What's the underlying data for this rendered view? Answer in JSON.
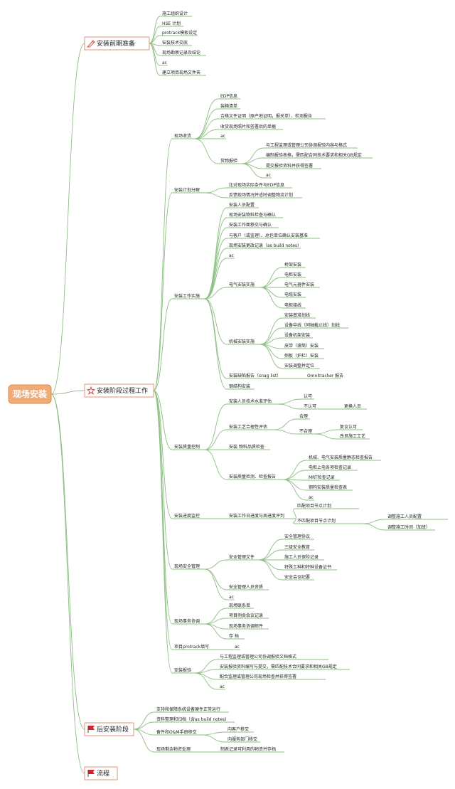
{
  "colors": {
    "branch": "#8dbf83",
    "root_fill": "#f0ab77",
    "root_stroke": "#e08a4c",
    "main_stroke": "#e4856a",
    "flag": "#d8202a",
    "pencil": "#e05a3a",
    "star": "#e03030"
  },
  "root": {
    "label": "现场安装"
  },
  "branches": [
    {
      "label": "安装前期准备",
      "icon": "pencil-icon",
      "children": [
        {
          "label": "施工组织设计"
        },
        {
          "label": "HSE 计划"
        },
        {
          "label": "protrack模板设定"
        },
        {
          "label": "安装技术交底"
        },
        {
          "label": "现场勘察记录及结论"
        },
        {
          "label": "ac"
        },
        {
          "label": "建立项目现场文件夹"
        }
      ]
    },
    {
      "label": "安装阶段过程工作",
      "icon": "star-icon",
      "children": [
        {
          "label": "现场收货",
          "children": [
            {
              "label": "EDP信息"
            },
            {
              "label": "装箱清单"
            },
            {
              "label": "合格文件证明（原产地证明，报关单）、检测报告"
            },
            {
              "label": "收货现场照片和签署后的单据"
            },
            {
              "label": "ac"
            },
            {
              "label": "货物报验",
              "children": [
                {
                  "label": "与工程监理或管理公司协调报验内容与格式"
                },
                {
                  "label": "编制报验表格，需匹配合同技术要求和相关GB规定"
                },
                {
                  "label": "提交报验资料并获得签署"
                },
                {
                  "label": "ac"
                }
              ]
            }
          ]
        },
        {
          "label": "安装计划分解",
          "children": [
            {
              "label": "比对现场实际条件与EDP信息"
            },
            {
              "label": "反馈现场情况并适时调整物流计划"
            }
          ]
        },
        {
          "label": "安装工作实施",
          "children": [
            {
              "label": "安装人员配置"
            },
            {
              "label": "现场安装物料检查与确认"
            },
            {
              "label": "安装工作面移交与确认"
            },
            {
              "label": "与客户（或监理）、总包单位确认安装基准"
            },
            {
              "label": "现场安装更改记录（as build notes)"
            },
            {
              "label": "ac"
            },
            {
              "label": "电气安装实施",
              "children": [
                {
                  "label": "桥架安装"
                },
                {
                  "label": "电柜安装"
                },
                {
                  "label": "电气元器件安装"
                },
                {
                  "label": "电缆安装"
                },
                {
                  "label": "电柜接线"
                }
              ]
            },
            {
              "label": "机械安装实施",
              "children": [
                {
                  "label": "安装基准划线"
                },
                {
                  "label": "设备中线（同轴截止线）划线"
                },
                {
                  "label": "设备机架安装"
                },
                {
                  "label": "皮带（滚筒）安装"
                },
                {
                  "label": "侧板（护栏）安装"
                },
                {
                  "label": "安装调整并定位"
                }
              ]
            },
            {
              "label": "安装缺陷报告（snag list）",
              "children": [
                {
                  "label": "Omnitracker 报告"
                }
              ]
            },
            {
              "label": "钢结构安装"
            }
          ]
        },
        {
          "label": "安装质量控制",
          "children": [
            {
              "label": "安装人员技术水准评估",
              "children": [
                {
                  "label": "认可"
                },
                {
                  "label": "不认可",
                  "children": [
                    {
                      "label": "更换人员"
                    }
                  ]
                }
              ]
            },
            {
              "label": "安装工艺合理性评估",
              "children": [
                {
                  "label": "合理"
                },
                {
                  "label": "不合理",
                  "children": [
                    {
                      "label": "复议认可"
                    },
                    {
                      "label": "改良施工工艺"
                    }
                  ]
                }
              ]
            },
            {
              "label": "安装 物料品质检查"
            },
            {
              "label": "安装质量检测、检查报告",
              "children": [
                {
                  "label": "机械、电气安装质量静态检查报告"
                },
                {
                  "label": "电柜上电各项检查记录"
                },
                {
                  "label": "MRT检查记录"
                },
                {
                  "label": "钢构安装质量检查表"
                },
                {
                  "label": "ac"
                }
              ]
            }
          ]
        },
        {
          "label": "安装进度监控",
          "children": [
            {
              "label": "安装工作日进度与周进度评判",
              "children": [
                {
                  "label": "匹配项目节点计划"
                },
                {
                  "label": "不匹配项目节点计划",
                  "children": [
                    {
                      "label": "调整施工人员配置"
                    },
                    {
                      "label": "调整施工时间（加班）"
                    }
                  ]
                }
              ]
            }
          ]
        },
        {
          "label": "现场安全管理",
          "children": [
            {
              "label": "安全管理文件",
              "children": [
                {
                  "label": "安全管理协议"
                },
                {
                  "label": "三级安全教育"
                },
                {
                  "label": "施工人员保险记录"
                },
                {
                  "label": "特殊工种和特种设备证书"
                },
                {
                  "label": "安全会议纪要"
                }
              ]
            },
            {
              "label": "安全管理人员资质"
            },
            {
              "label": "ac"
            }
          ]
        },
        {
          "label": "现场事务协调",
          "children": [
            {
              "label": "现场联系单"
            },
            {
              "label": "项目例会会议记录"
            },
            {
              "label": "现场事务协调邮件"
            },
            {
              "label": "存 档"
            }
          ]
        },
        {
          "label": "项目protrack填写",
          "children": [
            {
              "label": "ac"
            }
          ]
        },
        {
          "label": "安装报验",
          "children": [
            {
              "label": "与工程监理或管理公司协调报验文档格式"
            },
            {
              "label": "安装报验资料编写与提交，需匹配技术合同要求和相关GB规定"
            },
            {
              "label": "配合监理或管理公司现场检查并获得签署"
            },
            {
              "label": "ac"
            }
          ]
        }
      ]
    },
    {
      "label": "后安装阶段",
      "icon": "flag-icon",
      "children": [
        {
          "label": "支持和保障系统设备硬件正常运行"
        },
        {
          "label": "资料整理和归档（含as build notes)"
        },
        {
          "label": "备件和O&M手册移交",
          "children": [
            {
              "label": "向客户移交"
            },
            {
              "label": "向服务部门移交"
            }
          ]
        },
        {
          "label": "现场剩余物资处理",
          "children": [
            {
              "label": "制表记录可利用的物资并存档"
            }
          ]
        }
      ]
    },
    {
      "label": "流程",
      "icon": "flag-icon",
      "children": []
    }
  ]
}
